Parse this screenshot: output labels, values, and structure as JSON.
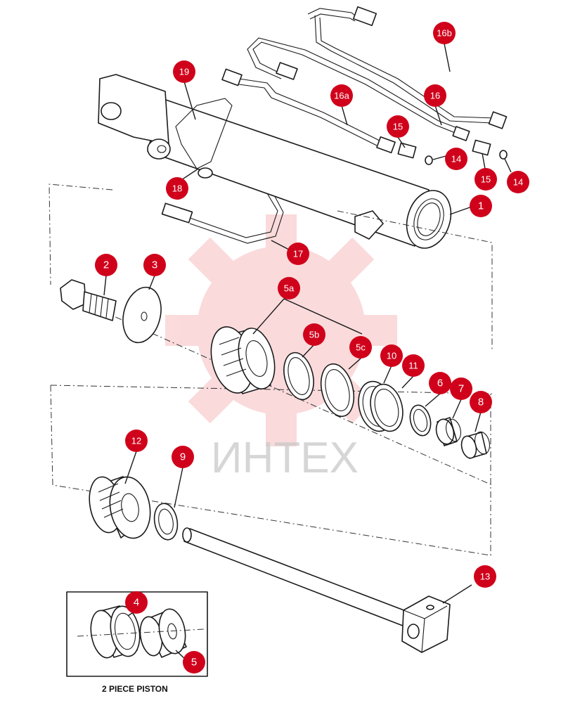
{
  "watermark": {
    "text": "ИНТЕХ",
    "color": "#e8383d"
  },
  "inset": {
    "caption": "2 PIECE PISTON"
  },
  "callout_color": "#d0021b",
  "callouts": [
    {
      "id": "c1",
      "label": "1"
    },
    {
      "id": "c2",
      "label": "2"
    },
    {
      "id": "c3",
      "label": "3"
    },
    {
      "id": "c4",
      "label": "4"
    },
    {
      "id": "c5",
      "label": "5"
    },
    {
      "id": "c5a",
      "label": "5a"
    },
    {
      "id": "c5b",
      "label": "5b"
    },
    {
      "id": "c5c",
      "label": "5c"
    },
    {
      "id": "c6",
      "label": "6"
    },
    {
      "id": "c7",
      "label": "7"
    },
    {
      "id": "c8",
      "label": "8"
    },
    {
      "id": "c9",
      "label": "9"
    },
    {
      "id": "c10",
      "label": "10"
    },
    {
      "id": "c11",
      "label": "11"
    },
    {
      "id": "c12",
      "label": "12"
    },
    {
      "id": "c13",
      "label": "13"
    },
    {
      "id": "c14a",
      "label": "14"
    },
    {
      "id": "c14b",
      "label": "14"
    },
    {
      "id": "c15a",
      "label": "15"
    },
    {
      "id": "c15b",
      "label": "15"
    },
    {
      "id": "c16",
      "label": "16"
    },
    {
      "id": "c16a",
      "label": "16a"
    },
    {
      "id": "c16b",
      "label": "16b"
    },
    {
      "id": "c17",
      "label": "17"
    },
    {
      "id": "c18",
      "label": "18"
    },
    {
      "id": "c19",
      "label": "19"
    }
  ]
}
